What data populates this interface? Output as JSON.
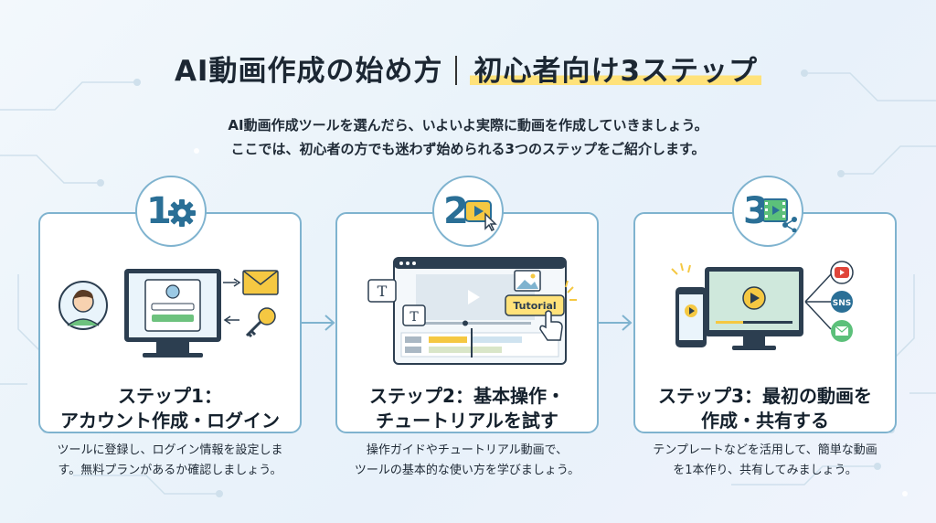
{
  "title": {
    "main": "AI動画作成の始め方",
    "highlight": "初心者向け3ステップ"
  },
  "intro": {
    "line1": "AI動画作成ツールを選んだら、いよいよ実際に動画を作成していきましょう。",
    "line2": "ここでは、初心者の方でも迷わず始められる3つのステップをご紹介します。"
  },
  "steps": [
    {
      "number": "1",
      "title_line1": "ステップ1：",
      "title_line2": "アカウント作成・ログイン",
      "desc_line1": "ツールに登録し、ログイン情報を設定しま",
      "desc_line2": "す。無料プランがあるか確認しましょう。"
    },
    {
      "number": "2",
      "title_line1": "ステップ2：基本操作・",
      "title_line2": "チュートリアルを試す",
      "desc_line1": "操作ガイドやチュートリアル動画で、",
      "desc_line2": "ツールの基本的な使い方を学びましょう。",
      "tutorial_label": "Tutorial",
      "text_tool_glyph": "T"
    },
    {
      "number": "3",
      "title_line1": "ステップ3：最初の動画を",
      "title_line2": "作成・共有する",
      "desc_line1": "テンプレートなどを活用して、簡単な動画",
      "desc_line2": "を1本作り、共有してみましょう。",
      "sns_label": "SNS"
    }
  ],
  "colors": {
    "accent": "#2a6f96",
    "border": "#7fb3cf",
    "highlight": "#ffe27a",
    "green": "#5cc07a",
    "yellow": "#f5c842",
    "red": "#e0453a"
  }
}
